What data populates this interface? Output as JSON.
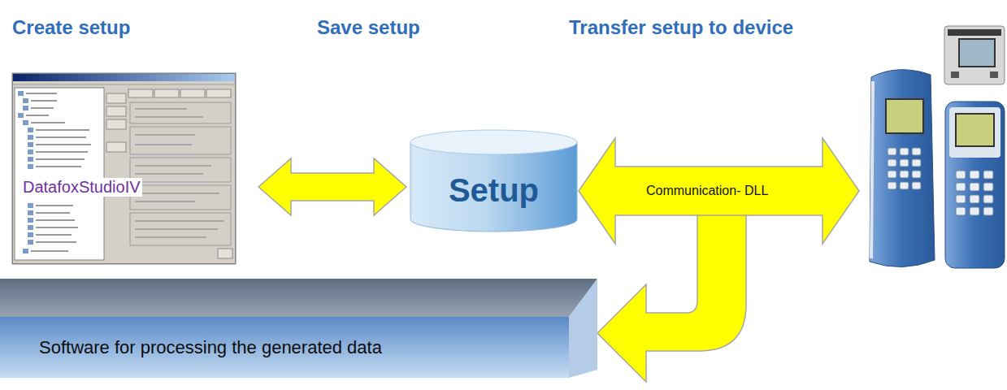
{
  "diagram": {
    "nodes": [
      {
        "text": [
          "DatafoxStudioIV"
        ]
      },
      {
        "text": [
          "Setup"
        ]
      },
      {
        "text": [
          "Software for processing the generated data"
        ]
      }
    ],
    "edges": [
      {
        "from": 0,
        "to": 1,
        "arrow": "both"
      }
    ],
    "labels": [
      "Create setup",
      "Save setup",
      "Transfer setup to device",
      "Communication- DLL"
    ]
  }
}
